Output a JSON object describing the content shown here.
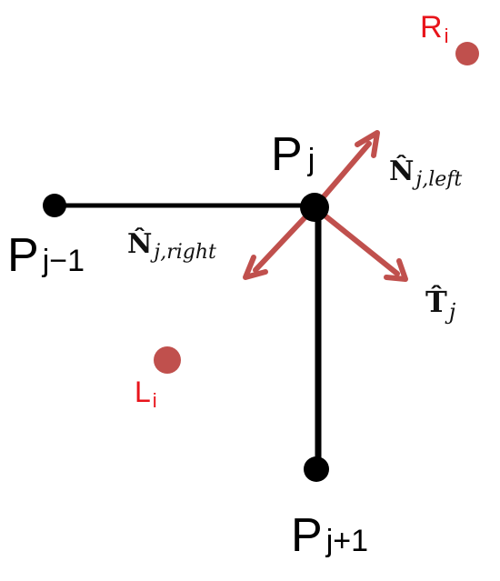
{
  "points": {
    "p_j_minus_1": {
      "name": "P",
      "subscript": "j−1"
    },
    "p_j": {
      "name": "P",
      "subscript": "j"
    },
    "p_j_plus_1": {
      "name": "P",
      "subscript": "j+1"
    },
    "r_i": {
      "name": "R",
      "subscript": "i"
    },
    "l_i": {
      "name": "L",
      "subscript": "i"
    }
  },
  "vectors": {
    "n_left": {
      "symbol": "N̂",
      "subscript": "j,left"
    },
    "n_right": {
      "symbol": "N̂",
      "subscript": "j,right"
    },
    "t": {
      "symbol": "T̂",
      "subscript": "j"
    }
  },
  "colors": {
    "segment": "#000000",
    "vertex": "#000000",
    "arrow": "#c0504d",
    "ref_point": "#c0504d",
    "ref_label": "#e8141b"
  }
}
